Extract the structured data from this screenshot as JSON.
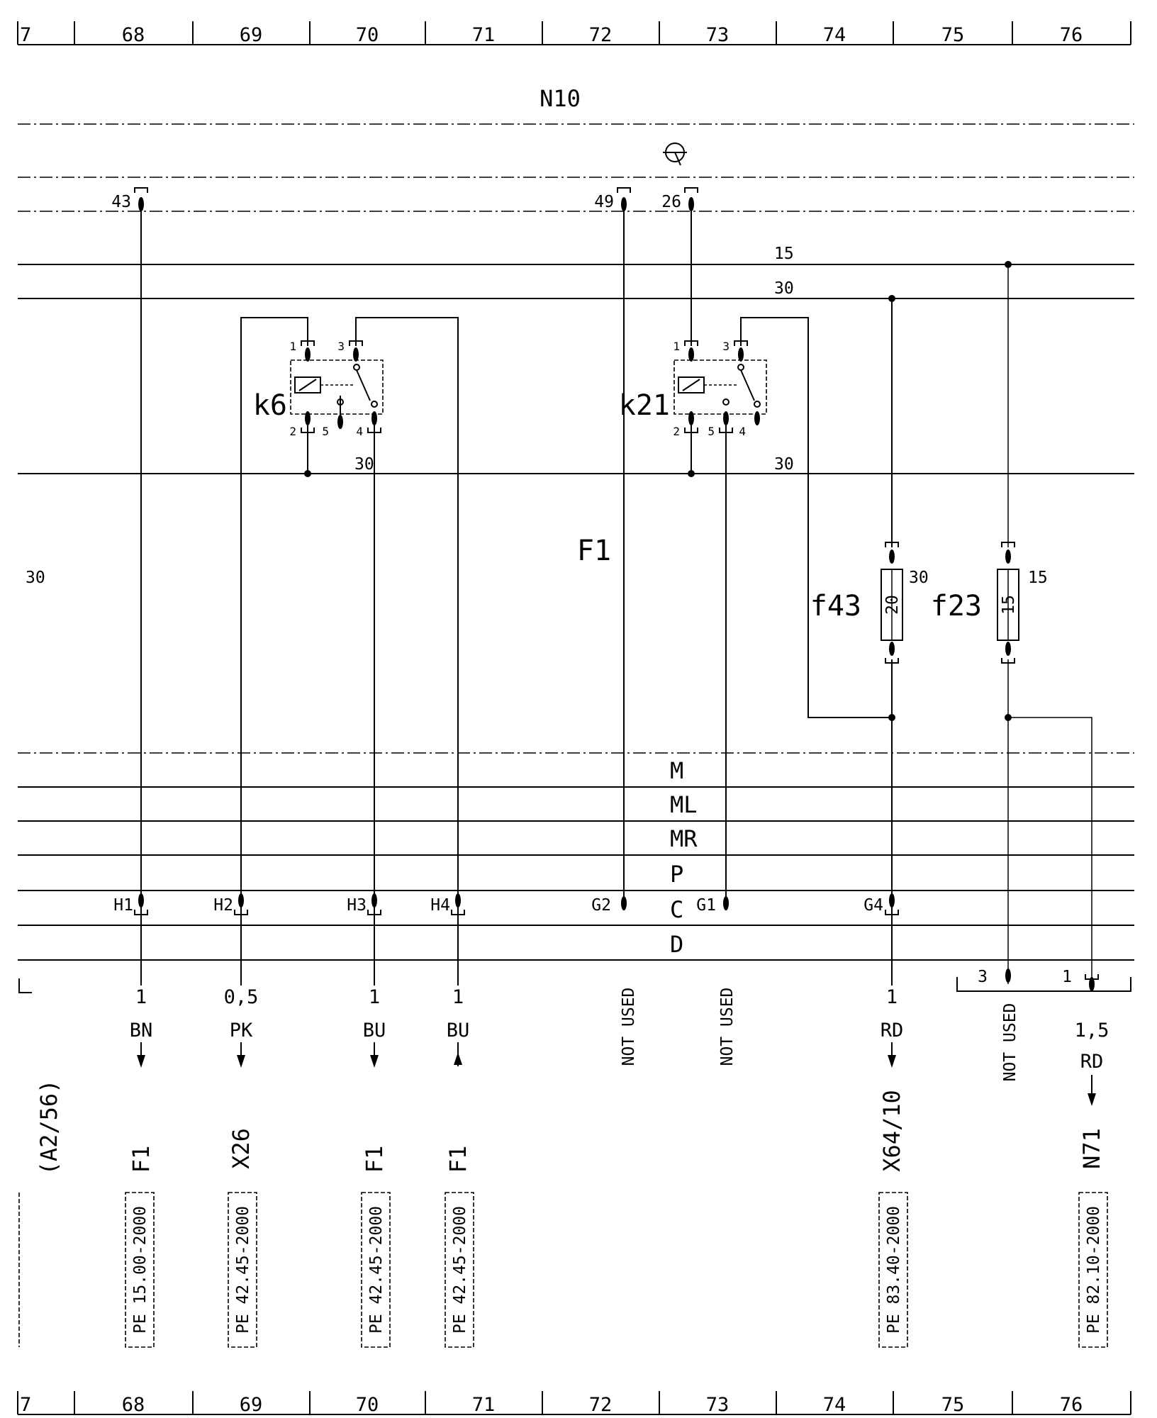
{
  "grid_columns": [
    "7",
    "68",
    "69",
    "70",
    "71",
    "72",
    "73",
    "74",
    "75",
    "76"
  ],
  "module_label": "N10",
  "rails": {
    "r15": "15",
    "r30": "30",
    "r30_lower_left": "30",
    "r30_lower_right": "30",
    "left_side": "30"
  },
  "top_pins": {
    "p43": "43",
    "p49": "49",
    "p26": "26"
  },
  "relays": {
    "k6": {
      "name": "k6",
      "pins": [
        "1",
        "3",
        "2",
        "5",
        "4"
      ]
    },
    "k21": {
      "name": "k21",
      "pins": [
        "1",
        "3",
        "2",
        "5",
        "4"
      ]
    }
  },
  "center_label": "F1",
  "fuses": {
    "f43": {
      "name": "f43",
      "rating": "20",
      "rail": "30"
    },
    "f23": {
      "name": "f23",
      "rating": "15",
      "rail": "15"
    }
  },
  "buses": [
    "M",
    "ML",
    "MR",
    "P",
    "C",
    "D"
  ],
  "connector_pins": [
    "H1",
    "H2",
    "H3",
    "H4",
    "G2",
    "G1",
    "G4"
  ],
  "sub_connector_pins": [
    "3",
    "1"
  ],
  "wires": {
    "h1": {
      "size": "1",
      "color": "BN",
      "dest": "F1",
      "ref": "PE 15.00-2000"
    },
    "h2": {
      "size": "0,5",
      "color": "PK",
      "dest": "X26",
      "ref": "PE 42.45-2000"
    },
    "h3": {
      "size": "1",
      "color": "BU",
      "dest": "F1",
      "ref": "PE 42.45-2000"
    },
    "h4": {
      "size": "1",
      "color": "BU",
      "dest": "F1",
      "ref": "PE 42.45-2000"
    },
    "g4": {
      "size": "1",
      "color": "RD",
      "dest": "X64/10",
      "ref": "PE 83.40-2000"
    },
    "n71": {
      "size": "1,5",
      "color": "RD",
      "dest": "N71",
      "ref": "PE 82.10-2000"
    }
  },
  "not_used": "NOT USED",
  "left_ref": "(A2/56)"
}
